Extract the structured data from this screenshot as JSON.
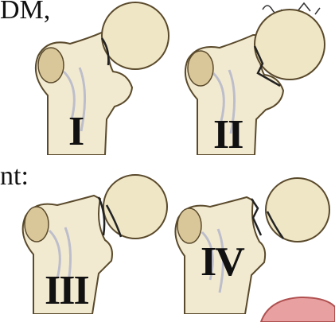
{
  "fragments": {
    "top": "DM,",
    "middle": "nt:"
  },
  "panels": [
    {
      "numeral": "I",
      "fracture": "subcapital"
    },
    {
      "numeral": "II",
      "fracture": "transcervical-step"
    },
    {
      "numeral": "III",
      "fracture": "displaced"
    },
    {
      "numeral": "IV",
      "fracture": "basicervical-displaced"
    }
  ],
  "colors": {
    "bone": "#f2ead0",
    "bone_shade": "#d9c79a",
    "bone_outline": "#5a4a2c",
    "femoral_head": "#efe6c6",
    "vessel": "#9aa0c8",
    "fracture_line": "#222222",
    "numeral": "#111111",
    "corner_fill": "#e8a0a0"
  }
}
